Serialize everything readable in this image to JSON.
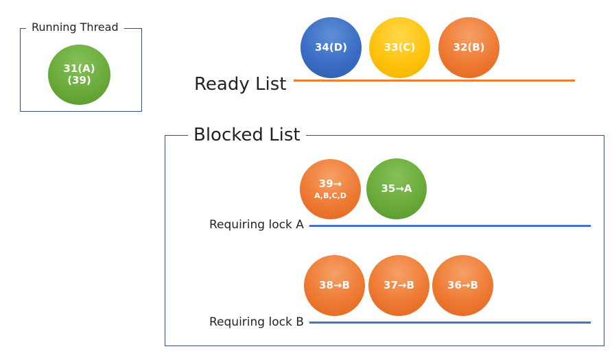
{
  "running": {
    "title": "Running Thread",
    "thread": {
      "line1": "31(A)",
      "line2": "(39)"
    }
  },
  "ready": {
    "label": "Ready List",
    "items": [
      {
        "text": "34(D)",
        "color": "#3a6ec4"
      },
      {
        "text": "33(C)",
        "color": "#ffc20e"
      },
      {
        "text": "32(B)",
        "color": "#ee7a33"
      }
    ]
  },
  "blocked": {
    "title": "Blocked List",
    "lock_a": {
      "label": "Requiring lock A",
      "items": [
        {
          "text": "39→",
          "subtext": "A,B,C,D",
          "color": "#ee7a33"
        },
        {
          "text": "35→A",
          "color": "#6aab3b"
        }
      ]
    },
    "lock_b": {
      "label": "Requiring lock B",
      "items": [
        {
          "text": "38→B",
          "color": "#ee7a33"
        },
        {
          "text": "37→B",
          "color": "#ee7a33"
        },
        {
          "text": "36→B",
          "color": "#ee7a33"
        }
      ]
    }
  },
  "colors": {
    "frame": "#2f4f7a",
    "ready_line": "#ed7d31",
    "blocked_line": "#4472c4"
  }
}
